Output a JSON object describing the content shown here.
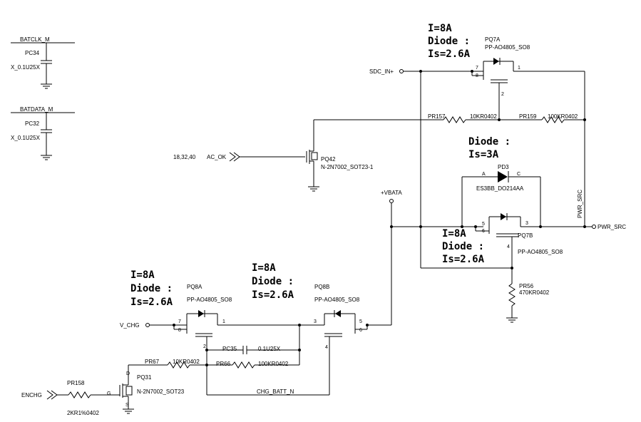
{
  "capacitors": {
    "pc34": {
      "net": "BATCLK_M",
      "ref": "PC34",
      "value": "X_0.1U25X"
    },
    "pc32": {
      "net": "BATDATA_M",
      "ref": "PC32",
      "value": "X_0.1U25X"
    },
    "pc35": {
      "ref": "PC35",
      "value": "0.1U25X"
    }
  },
  "pq7a": {
    "ref": "PQ7A",
    "part": "PP-AO4805_SO8",
    "note_i": "I=8A",
    "note_d": "Diode :",
    "note_is": "Is=2.6A"
  },
  "pq7b": {
    "ref": "PQ7B",
    "part": "PP-AO4805_SO8",
    "note_i": "I=8A",
    "note_d": "Diode :",
    "note_is": "Is=2.6A"
  },
  "pd3": {
    "ref": "PD3",
    "part": "ES3BB_DO214AA",
    "note_d": "Diode :",
    "note_is": "Is=3A",
    "pin_a": "A",
    "pin_c": "C"
  },
  "pq42": {
    "ref": "PQ42",
    "part": "N-2N7002_SOT23-1"
  },
  "pq31": {
    "ref": "PQ31",
    "part": "N-2N7002_SOT23"
  },
  "pq8a": {
    "ref": "PQ8A",
    "part": "PP-AO4805_SO8",
    "note_i": "I=8A",
    "note_d": "Diode :",
    "note_is": "Is=2.6A"
  },
  "pq8b": {
    "ref": "PQ8B",
    "part": "PP-AO4805_SO8",
    "note_i": "I=8A",
    "note_d": "Diode :",
    "note_is": "Is=2.6A"
  },
  "resistors": {
    "pr157": {
      "ref": "PR157",
      "value": "10KR0402"
    },
    "pr159": {
      "ref": "PR159",
      "value": "100KR0402"
    },
    "pr56": {
      "ref": "PR56",
      "value": "470KR0402"
    },
    "pr67": {
      "ref": "PR67",
      "value": "10KR0402"
    },
    "pr66": {
      "ref": "PR66",
      "value": "100KR0402"
    },
    "pr158": {
      "ref": "PR158",
      "value": "2KR1%0402"
    }
  },
  "nets": {
    "sdc_in": "SDC_IN+",
    "ac_ok": "AC_OK",
    "ac_ok_pages": "18,32,40",
    "vbata": "+VBATA",
    "pwr_src": "PWR_SRC",
    "pwr_src_vertical": "PWR_SRC",
    "v_chg": "V_CHG",
    "enchg": "ENCHG",
    "chg_batt_n": "CHG_BATT_N"
  },
  "pins": {
    "p1": "1",
    "p2": "2",
    "p3": "3",
    "p4": "4",
    "p5": "5",
    "p6": "6",
    "p7": "7",
    "p8": "8",
    "g": "G",
    "d": "D",
    "s": "S"
  }
}
